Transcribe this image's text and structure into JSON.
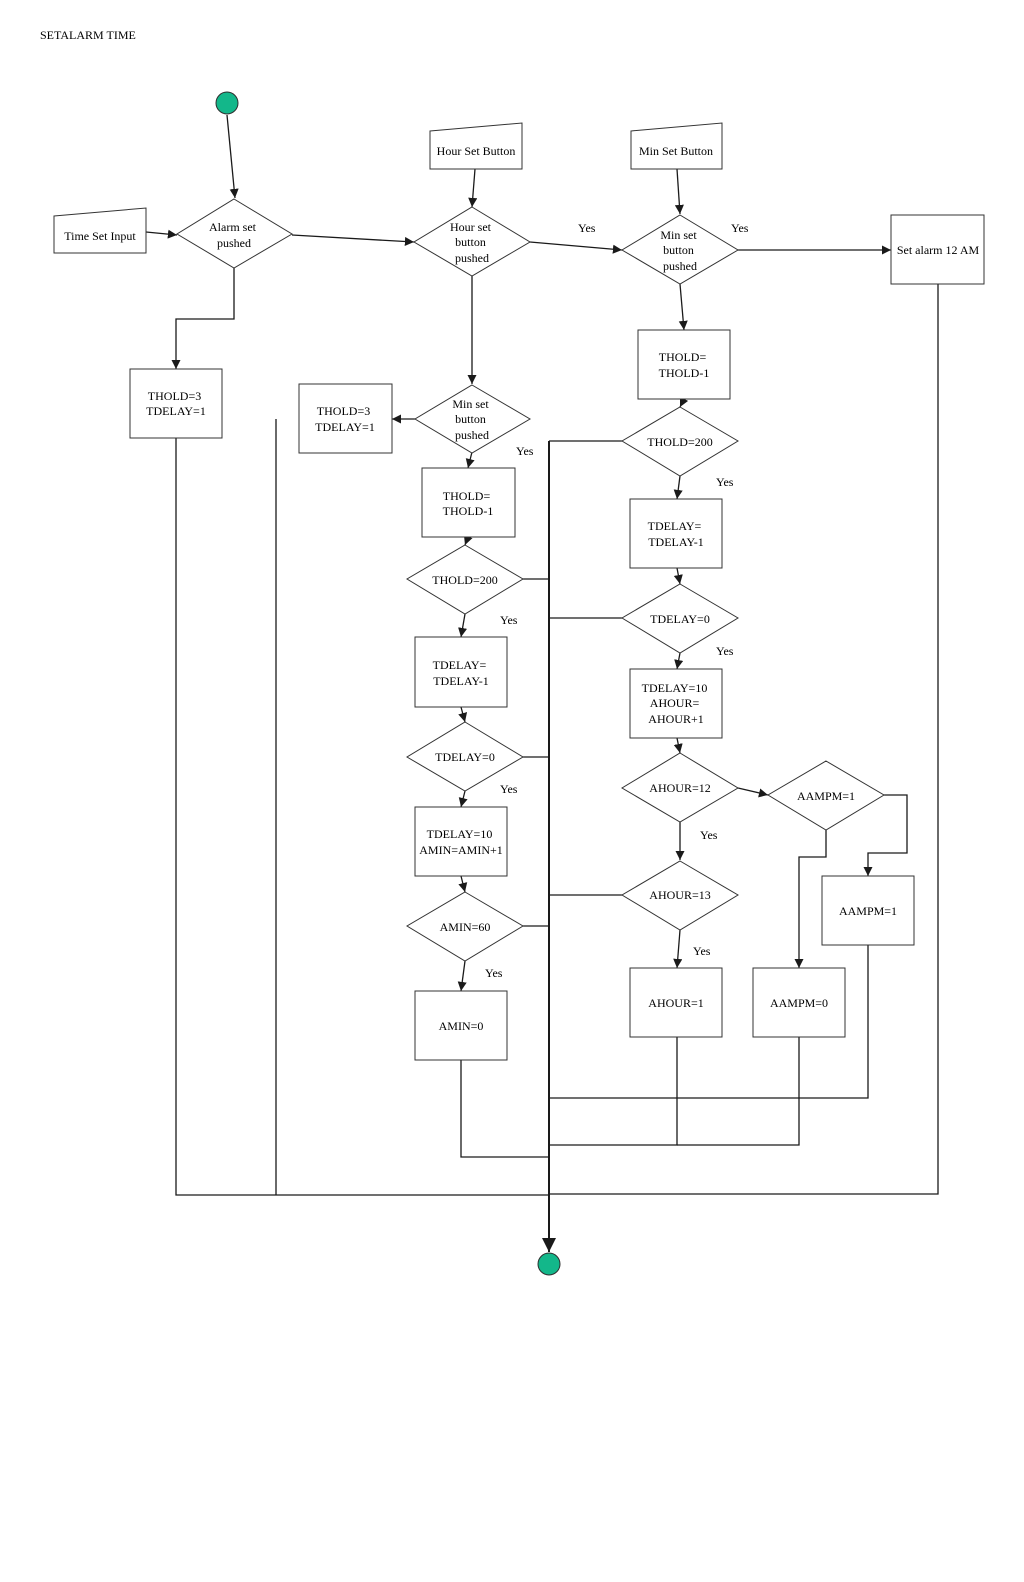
{
  "title": "SETALARM TIME",
  "colors": {
    "terminal": "#13b78a",
    "stroke": "#333333",
    "background": "#ffffff"
  },
  "nodes": {
    "time_set_input": [
      "Time Set Input"
    ],
    "hour_set_button": [
      "Hour Set Button"
    ],
    "min_set_button": [
      "Min Set Button"
    ],
    "alarm_set_pushed": [
      "Alarm set",
      "pushed"
    ],
    "hour_set_button_pushed": [
      "Hour set",
      "button",
      "pushed"
    ],
    "min_set_button_pushed_top": [
      "Min set",
      "button",
      "pushed"
    ],
    "set_alarm_12am": [
      "Set alarm 12 AM"
    ],
    "thold3_tdelay1_left": [
      "THOLD=3",
      "TDELAY=1"
    ],
    "thold3_tdelay1_mid": [
      "THOLD=3",
      "TDELAY=1"
    ],
    "min_set_button_pushed_mid": [
      "Min set",
      "button",
      "pushed"
    ],
    "min_thold_dec": [
      "THOLD=",
      "THOLD-1"
    ],
    "min_thold_200": [
      "THOLD=200"
    ],
    "min_tdelay_dec": [
      "TDELAY=",
      "TDELAY-1"
    ],
    "min_tdelay_0": [
      "TDELAY=0"
    ],
    "min_tdelay_reset": [
      "TDELAY=10",
      "AMIN=AMIN+1"
    ],
    "amin_60": [
      "AMIN=60"
    ],
    "amin_0": [
      "AMIN=0"
    ],
    "hour_thold_dec": [
      "THOLD=",
      "THOLD-1"
    ],
    "hour_thold_200": [
      "THOLD=200"
    ],
    "hour_tdelay_dec": [
      "TDELAY=",
      "TDELAY-1"
    ],
    "hour_tdelay_0": [
      "TDELAY=0"
    ],
    "hour_tdelay_reset": [
      "TDELAY=10",
      "AHOUR=",
      "AHOUR+1"
    ],
    "ahour_12": [
      "AHOUR=12"
    ],
    "aampm_is_1": [
      "AAMPM=1"
    ],
    "ahour_13": [
      "AHOUR=13"
    ],
    "ahour_1": [
      "AHOUR=1"
    ],
    "aampm_set_0": [
      "AAMPM=0"
    ],
    "aampm_set_1": [
      "AAMPM=1"
    ]
  },
  "edge_labels": {
    "hour_pushed_yes": "Yes",
    "min_pushed_yes": "Yes",
    "min_mid_yes": "Yes",
    "min_thold_200_yes": "Yes",
    "min_tdelay_0_yes": "Yes",
    "amin_60_yes": "Yes",
    "hour_thold_200_yes": "Yes",
    "hour_tdelay_0_yes": "Yes",
    "ahour_12_yes": "Yes",
    "ahour_13_yes": "Yes"
  }
}
